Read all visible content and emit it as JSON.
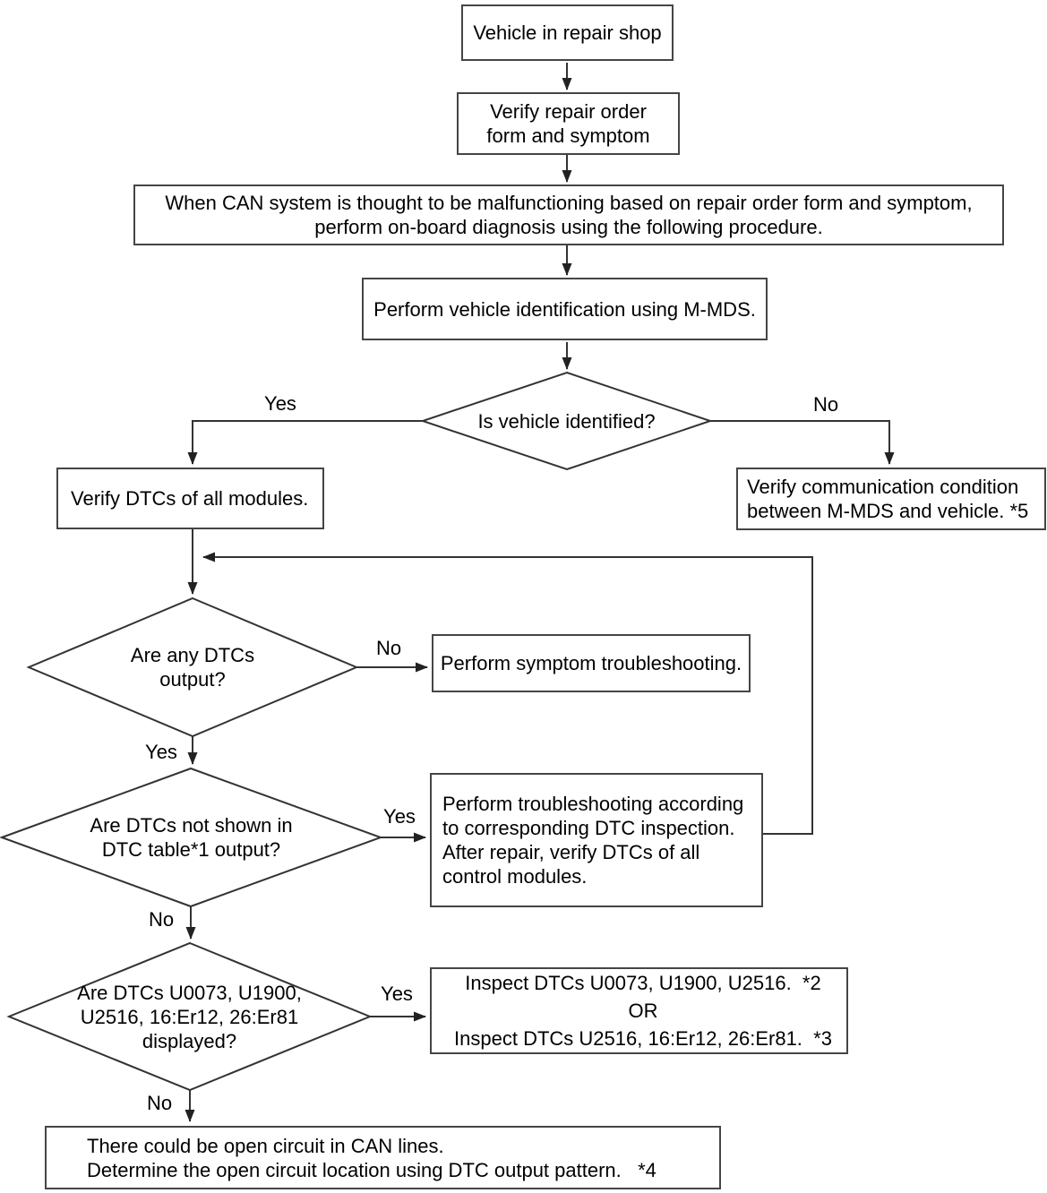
{
  "canvas": {
    "background": "#ffffff",
    "line_color": "#333333",
    "border_color": "#454545",
    "text_color": "#000000"
  },
  "labels": {
    "yes": "Yes",
    "no": "No"
  },
  "nodes": {
    "vehicle_in_shop": "Vehicle in repair shop",
    "verify_repair_order": "Verify repair order\nform and symptom",
    "when_can_malfunction": "When CAN system is thought to be malfunctioning based on repair order form and symptom,\nperform on-board diagnosis using the following procedure.",
    "perform_vehicle_id": "Perform vehicle identification using M-MDS.",
    "is_vehicle_identified": "Is vehicle identified?",
    "verify_dtcs_all": "Verify DTCs of all modules.",
    "verify_comm_condition": "Verify communication condition\nbetween M-MDS and vehicle. *5",
    "are_any_dtcs_output": "Are any DTCs\noutput?",
    "perform_symptom_troubleshooting": "Perform symptom troubleshooting.",
    "are_dtcs_not_shown": "Are DTCs not shown in\nDTC table*1 output?",
    "perform_dtc_troubleshooting": "Perform troubleshooting according\nto corresponding DTC inspection.\nAfter repair, verify DTCs of all\ncontrol modules.",
    "are_dtcs_displayed": "Are DTCs U0073, U1900,\nU2516, 16:Er12, 26:Er81\ndisplayed?",
    "inspect_line1": "Inspect DTCs U0073, U1900, U2516.  *2",
    "inspect_or": "OR",
    "inspect_line2": "Inspect DTCs U2516, 16:Er12, 26:Er81.  *3",
    "open_circuit_note": "There could be open circuit in CAN lines.\nDetermine the open circuit location using DTC output pattern.   *4"
  }
}
